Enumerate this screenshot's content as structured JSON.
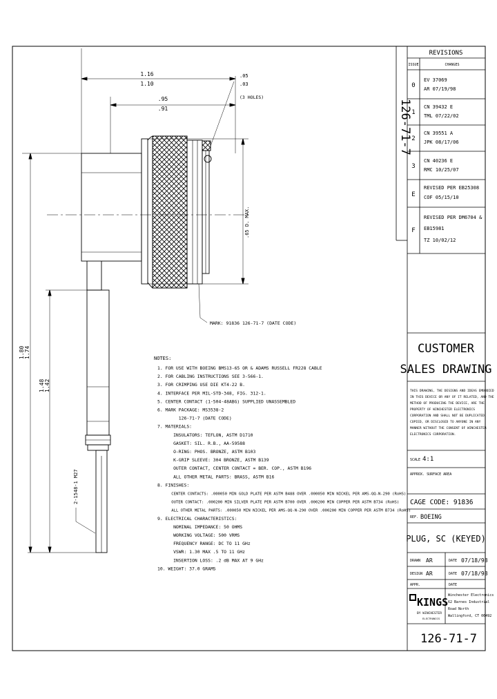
{
  "revisions": {
    "title": "REVISIONS",
    "col_issue": "ISSUE",
    "col_changes": "CHANGES",
    "rows": [
      {
        "issue": "0",
        "line1": "EV  37069",
        "line2": "AR  07/19/98"
      },
      {
        "issue": "1",
        "line1": "CN  39432 E",
        "line2": "TML  07/22/02"
      },
      {
        "issue": "2",
        "line1": "CN  39551 A",
        "line2": "JPK  08/17/06"
      },
      {
        "issue": "3",
        "line1": "CN  40236 E",
        "line2": "RMC  10/25/07"
      },
      {
        "issue": "E",
        "line1": "REVISED PER EB25308",
        "line2": "COF  05/15/10"
      },
      {
        "issue": "F",
        "line1": "REVISED PER DM6704 &",
        "line2": "EB15981",
        "line3": "TZ  10/02/12"
      }
    ]
  },
  "side_part_number": "126-71-7",
  "dims": {
    "overall_upper": "1.16",
    "overall_lower": "1.10",
    "inner_upper": ".95",
    "inner_lower": ".91",
    "hole_upper": ".05",
    "hole_lower": ".03",
    "hole_note": "(3 HOLES)",
    "diameter": ".65 D. MAX.",
    "length_upper": "1.80",
    "length_lower": "1.74",
    "length2_upper": "1.48",
    "length2_lower": "1.42",
    "thread": "2-1548-1 M27",
    "mark_label": "MARK: 91836 126-71-7 (DATE CODE)"
  },
  "notes": {
    "title": "NOTES:",
    "lines": [
      "1. FOR USE WITH BOEING BMS13-65 OR & ADAMS RUSSELL FR228 CABLE",
      "2. FOR CABLING INSTRUCTIONS SEE 3-566-1.",
      "3. FOR CRIMPING USE DIE KT4-22 B.",
      "4. INTERFACE PER MIL-STD-348, FIG. 312-1.",
      "5. CENTER CONTACT (1-504-48ABG) SUPPLIED UNASSEMBLED",
      "6. MARK PACKAGE: MS3538-2",
      "        126-71-7 (DATE CODE)",
      "7. MATERIALS:",
      "      INSULATORS: TEFLON, ASTM D1710",
      "      GASKET: SIL. R.B., AA-59588",
      "      O-RING: PHOS. BRONZE, ASTM B103",
      "      K-GRIP SLEEVE: 304 BRONZE, ASTM B139",
      "      OUTER CONTACT, CENTER CONTACT = BER. COP., ASTM B196",
      "      ALL OTHER METAL PARTS: BRASS, ASTM B16",
      "8. FINISHES:",
      "      CENTER CONTACTS: .000050 MIN GOLD PLATE PER ASTM B488 OVER .000050 MIN NICKEL PER AMS-QQ-N-290 (RoHS)",
      "      OUTER CONTACT: .000200 MIN SILVER PLATE PER ASTM B700 OVER .000200 MIN COPPER PER ASTM B734 (RoHS)",
      "      ALL OTHER METAL PARTS: .000050 MIN NICKEL PER AMS-QQ-N-290 OVER .000200 MIN COPPER PER ASTM B734 (RoHS)",
      "9. ELECTRICAL CHARACTERISTICS:",
      "      NOMINAL IMPEDANCE: 50 OHMS",
      "      WORKING VOLTAGE: 500 VRMS",
      "      FREQUENCY RANGE: DC TO 11 GHz",
      "      VSWR: 1.30 MAX .5 TO 11 GHz",
      "      INSERTION LOSS: .2 dB MAX AT 9 GHz",
      "10. WEIGHT: 37.0 GRAMS"
    ]
  },
  "title_block": {
    "heading_line1": "CUSTOMER",
    "heading_line2": "SALES DRAWING",
    "proprietary": [
      "THIS DRAWING, THE DESIGNS AND IDEAS EMBODIED",
      "IN THIS DEVICE OR ANY OF IT RELATED, AND THE",
      "METHOD OF PRODUCING THE DEVICE, ARE THE",
      "PROPERTY OF WINCHESTER ELECTRONICS",
      "CORPORATION AND SHALL NOT BE DUPLICATED,",
      "COPIED, OR DISCLOSED TO ANYONE IN ANY",
      "MANNER WITHOUT THE CONSENT OF WINCHESTER",
      "ELECTRONICS CORPORATION."
    ],
    "scale_label": "SCALE",
    "scale_value": "4:1",
    "surface_label": "APPROX. SURFACE AREA",
    "case_code": "CAGE CODE: 91836",
    "ref_label": "REF.",
    "ref_value": "BOEING",
    "part_name": "PLUG, SC (KEYED)",
    "drawn_label": "DRAWN",
    "drawn_value": "AR",
    "drawn_date_label": "DATE",
    "drawn_date": "07/18/98",
    "design_label": "DESIGN",
    "design_value": "AR",
    "design_date_label": "DATE",
    "design_date": "07/18/98",
    "appr_label": "APPR.",
    "appr_date_label": "DATE",
    "logo_text": "KINGS",
    "logo_sub": "BY WINCHESTER",
    "logo_tag": "ELECTRONICS",
    "company": [
      "Winchester Electronics",
      "62 Barnes Industrial",
      "Road North",
      "Wallingford, CT 06492"
    ],
    "drawing_number": "126-71-7"
  }
}
